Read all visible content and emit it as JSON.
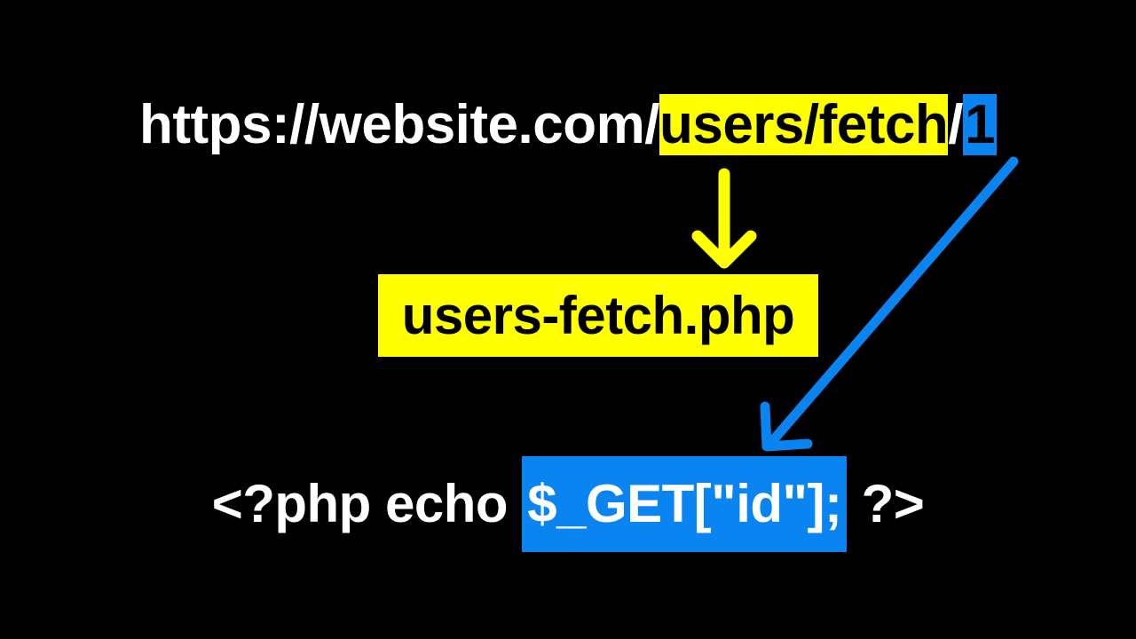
{
  "url": {
    "prefix": "https://website.com/",
    "route": "users/fetch",
    "separator": "/",
    "param": "1"
  },
  "file": {
    "name": "users-fetch.php"
  },
  "code": {
    "before": "<?php echo ",
    "highlight": "$_GET[\"id\"];",
    "after": " ?>"
  },
  "colors": {
    "background": "#000000",
    "yellow": "#ffff00",
    "blue": "#0a84f0",
    "text": "#ffffff"
  }
}
